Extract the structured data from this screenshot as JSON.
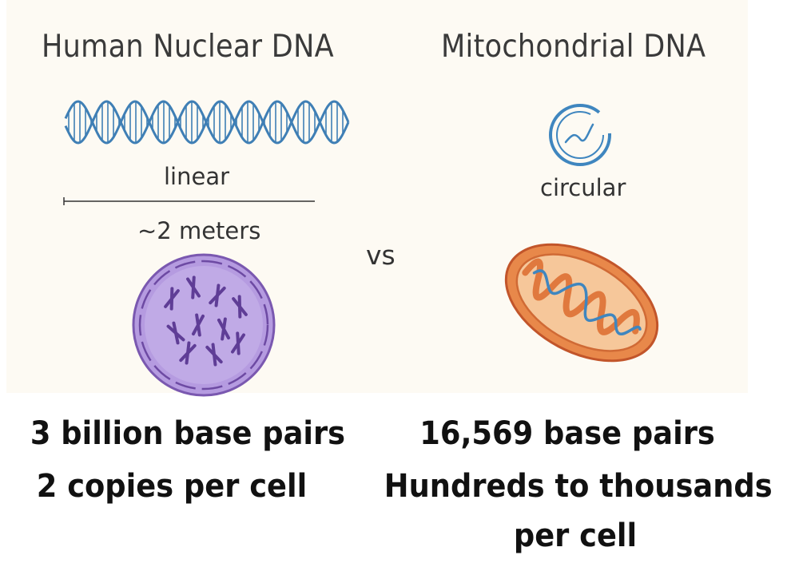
{
  "left": {
    "title": "Human Nuclear DNA",
    "shape_label": "linear",
    "length_label": "~2 meters",
    "stat_bp": "3 billion base pairs",
    "stat_copies": "2 copies per cell"
  },
  "right": {
    "title": "Mitochondrial DNA",
    "shape_label": "circular",
    "stat_bp": "16,569 base pairs",
    "stat_copies_line1": "Hundreds to thousands",
    "stat_copies_line2": "per cell"
  },
  "vs_label": "vs",
  "colors": {
    "helix": "#3f7fb5",
    "nucleus_fill": "#b59be0",
    "nucleus_edge": "#7a58b0",
    "chromosome": "#6d4aa3",
    "mito_outer": "#e8884a",
    "mito_inner": "#f6c79a",
    "mito_dna": "#3f86bf"
  },
  "icons": [
    "dna-helix-icon",
    "circular-dna-icon",
    "nucleus-icon",
    "mitochondrion-icon"
  ]
}
